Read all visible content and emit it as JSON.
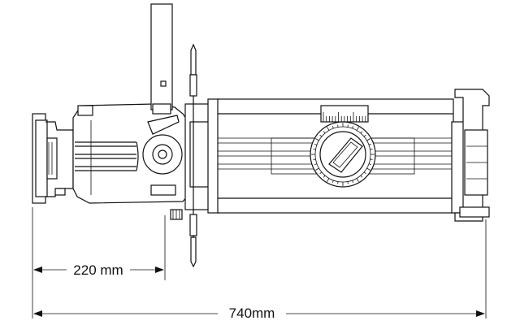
{
  "dimensions": {
    "partial": {
      "label": "220 mm",
      "value_mm": 220
    },
    "total": {
      "label": "740mm",
      "value_mm": 740
    }
  },
  "colors": {
    "line": "#111111",
    "background": "#ffffff"
  },
  "icons": [
    "dial-scale-icon"
  ]
}
